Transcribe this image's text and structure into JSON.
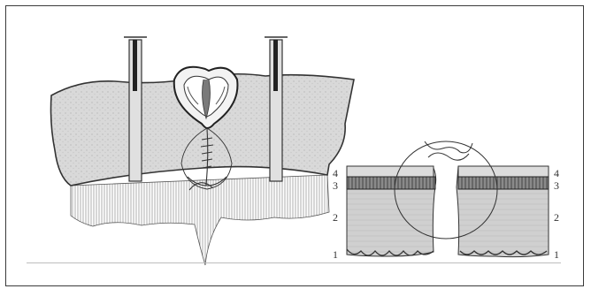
{
  "figure": {
    "layer_labels_left": [
      "4",
      "3",
      "2",
      "1"
    ],
    "layer_labels_right": [
      "4",
      "3",
      "2",
      "1"
    ]
  }
}
